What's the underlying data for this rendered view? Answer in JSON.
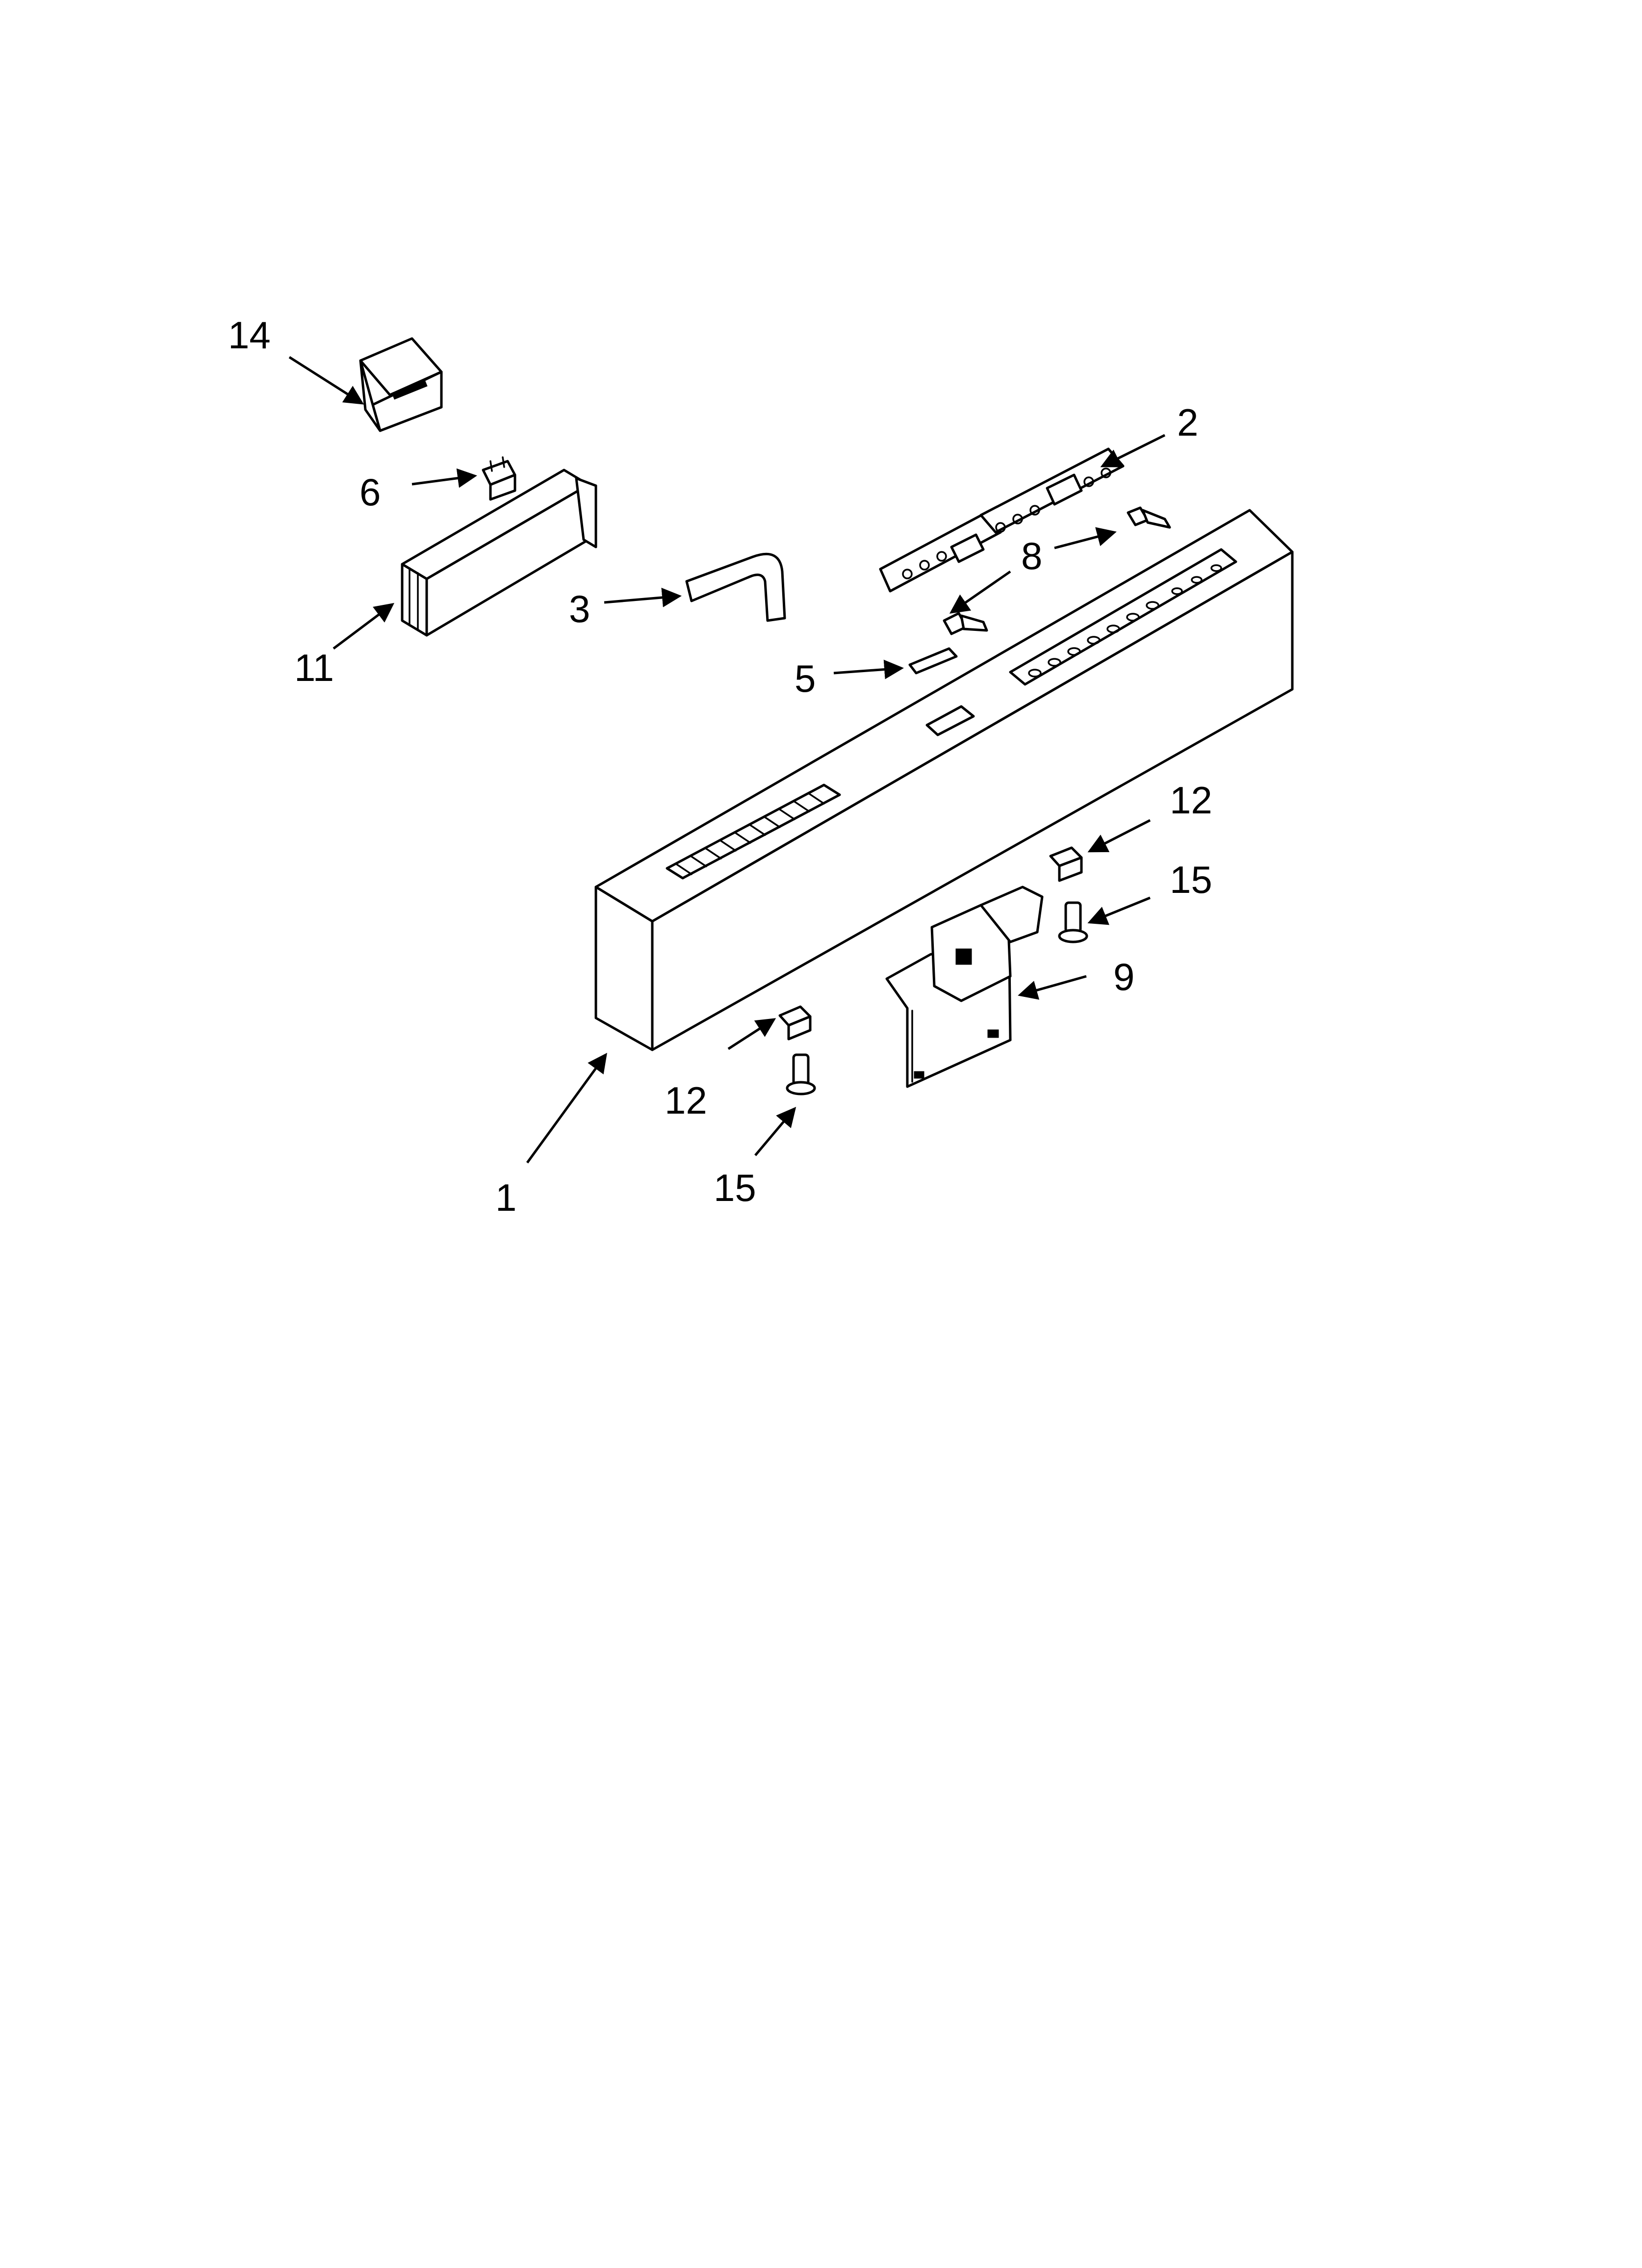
{
  "callouts": [
    {
      "id": "c14",
      "label": "14"
    },
    {
      "id": "c2",
      "label": "2"
    },
    {
      "id": "c6",
      "label": "6"
    },
    {
      "id": "c8",
      "label": "8"
    },
    {
      "id": "c3",
      "label": "3"
    },
    {
      "id": "c11",
      "label": "11"
    },
    {
      "id": "c5",
      "label": "5"
    },
    {
      "id": "c12a",
      "label": "12"
    },
    {
      "id": "c15a",
      "label": "15"
    },
    {
      "id": "c9",
      "label": "9"
    },
    {
      "id": "c12b",
      "label": "12"
    },
    {
      "id": "c15b",
      "label": "15"
    },
    {
      "id": "c1",
      "label": "1"
    }
  ]
}
